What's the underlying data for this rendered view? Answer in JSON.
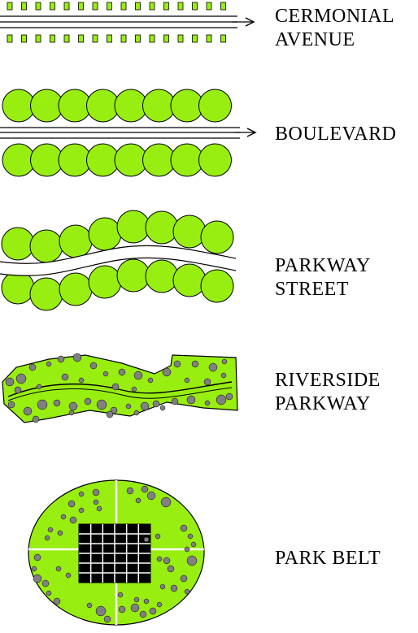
{
  "colors": {
    "foliage": "#99ee11",
    "outline": "#000000",
    "boulder": "#808080",
    "building": "#000000",
    "grid_line": "#ffffff",
    "background": "#ffffff"
  },
  "labels": {
    "ceremonial_1": "CERMONIAL",
    "ceremonial_2": "AVENUE",
    "boulevard": "BOULEVARD",
    "parkway_street_1": "PARKWAY",
    "parkway_street_2": "STREET",
    "riverside_1": "RIVERSIDE",
    "riverside_2": "PARKWAY",
    "park_belt": "PARK BELT"
  },
  "diagram": {
    "ceremonial_avenue": {
      "planters_per_row": 16,
      "rows": 2,
      "road_lines": 3,
      "arrow": true
    },
    "boulevard": {
      "trees_per_row": 8,
      "rows": 2,
      "road_lines": 3,
      "arrow": true
    },
    "parkway_street": {
      "trees_per_row": 8,
      "rows": 2,
      "road_curved": true
    },
    "riverside_parkway": {
      "boulder_pattern": "scattered",
      "channels": 2
    },
    "park_belt": {
      "building_grid_cols": 6,
      "building_grid_rows": 6,
      "path_cross": true
    }
  }
}
